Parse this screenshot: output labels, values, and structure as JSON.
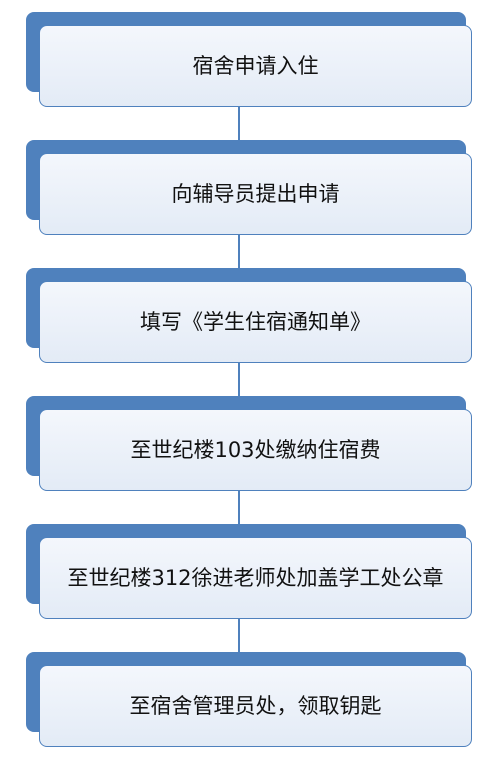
{
  "steps": [
    {
      "label": "宿舍申请入住"
    },
    {
      "label": "向辅导员提出申请"
    },
    {
      "label": "填写《学生住宿通知单》"
    },
    {
      "label": "至世纪楼103处缴纳住宿费"
    },
    {
      "label": "至世纪楼312徐进老师处加盖学工处公章"
    },
    {
      "label": "至宿舍管理员处，领取钥匙"
    }
  ],
  "colors": {
    "accent": "#4f81bd",
    "card_fill_top": "#f4f7fc",
    "card_fill_bottom": "#e3ebf6"
  }
}
